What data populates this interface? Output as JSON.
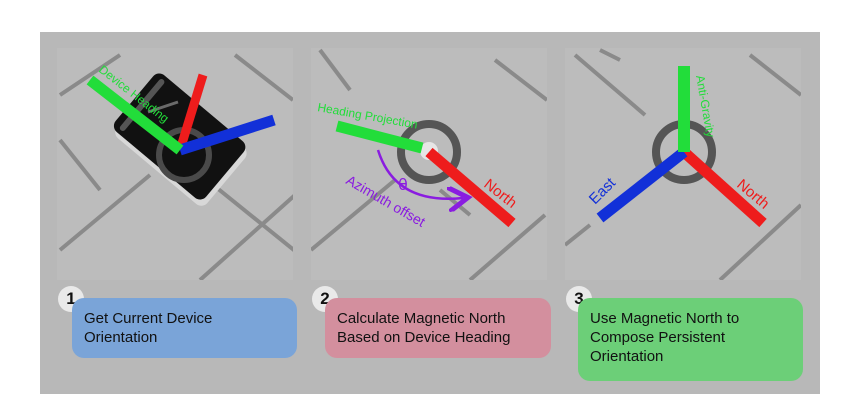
{
  "colors": {
    "background": "#b8b8b8",
    "card_blue": "#7aa4d8",
    "card_pink": "#d38f9e",
    "card_green": "#6ccf78",
    "axis_green": "#22dd3a",
    "axis_red": "#ee1c1c",
    "axis_blue": "#1230d8",
    "azimuth_purple": "#8a1ce0"
  },
  "panels": [
    {
      "labels": {
        "device_heading": "Device Heading"
      }
    },
    {
      "labels": {
        "heading_projection": "Heading Projection",
        "north": "North",
        "theta": "θ",
        "azimuth_offset": "Azimuth offset"
      }
    },
    {
      "labels": {
        "anti_gravity": "Anti-Gravity",
        "east": "East",
        "north": "North"
      }
    }
  ],
  "steps": [
    {
      "number": "1",
      "lines": [
        "Get Current Device",
        "Orientation"
      ]
    },
    {
      "number": "2",
      "lines": [
        "Calculate Magnetic North",
        "Based on Device Heading"
      ]
    },
    {
      "number": "3",
      "lines": [
        "Use Magnetic North to",
        "Compose Persistent",
        "Orientation"
      ]
    }
  ]
}
